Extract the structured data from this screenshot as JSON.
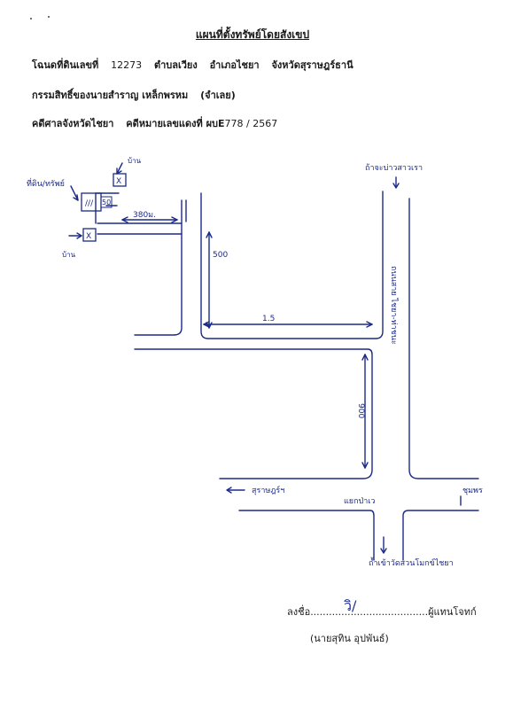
{
  "header": {
    "title": "แผนที่ตั้งทรัพย์โดยสังเขป",
    "deed_label": "โฉนดที่ดินเลขที่",
    "deed_number": "12273",
    "subdistrict": "ตำบลเวียง",
    "district": "อำเภอไชยา",
    "province": "จังหวัดสุราษฎร์ธานี",
    "owner": "กรรมสิทธิ์ของนายสำราญ เหล็กพรหม",
    "owner_role": "(จำเลย)",
    "court": "คดีศาลจังหวัดไชยา",
    "case_label": "คดีหมายเลขแดงที่ ผบE",
    "case_number": "778 / 2567"
  },
  "map": {
    "label_road_top": "ถ้าจะบ่าวสาวเรา",
    "label_left_house": "ที่ดิน/ทรัพย์",
    "label_house_top": "บ้าน",
    "label_house_bottom": "บ้าน",
    "dist_380": "380ม.",
    "dist_500": "500",
    "dist_1_5": "1.5",
    "dist_900": "900",
    "label_vertical_road": "ถนนสาย ไชยา-ท่าชนะ",
    "label_cross_left": "สุราษฎร์ฯ",
    "label_cross_mid": "แยกป่าเว",
    "label_cross_right": "ชุมพร",
    "label_bottom": "ถ้ำเข้าวัดสวนโมกข์ไชยา",
    "box_mark_1": "X",
    "box_mark_2": "X",
    "box_hatch": "///",
    "box_small": "50"
  },
  "signature": {
    "sign_label": "ลงชื่อ",
    "dots_left": "...................",
    "dots_right": "...................",
    "role": "ผู้แทนโจทก์",
    "mark": "วิ/",
    "name": "(นายสุทิน อุปพันธ์)"
  }
}
